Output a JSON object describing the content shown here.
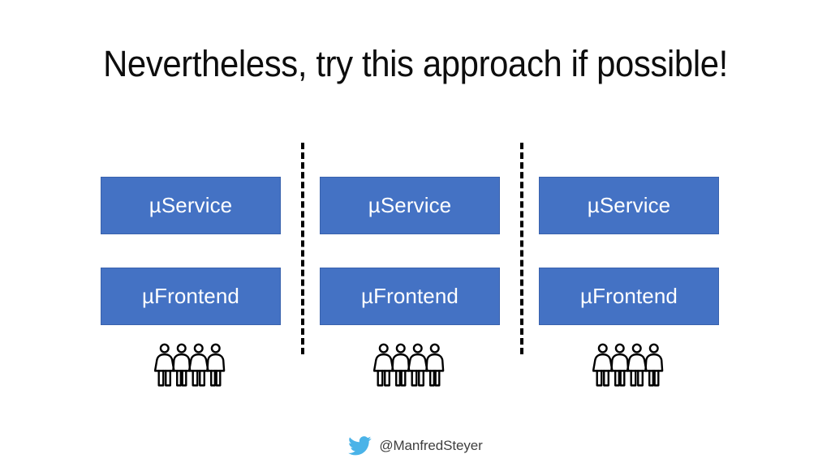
{
  "slide": {
    "title": "Nevertheless, try this approach if possible!",
    "background_color": "#FFFFFF",
    "title_color": "#0D0D0D"
  },
  "diagram": {
    "box_fill_color": "#4472C4",
    "box_border_color": "#3A62AD",
    "box_text_color": "#FFFFFF",
    "divider_color": "#000000",
    "divider_style": "dashed-vertical",
    "people_icon_color": "#000000",
    "people_per_team": 4,
    "columns": [
      {
        "service_label": "µService",
        "frontend_label": "µFrontend",
        "team_icon": "people-group-icon"
      },
      {
        "service_label": "µService",
        "frontend_label": "µFrontend",
        "team_icon": "people-group-icon"
      },
      {
        "service_label": "µService",
        "frontend_label": "µFrontend",
        "team_icon": "people-group-icon"
      }
    ]
  },
  "footer": {
    "icon": "twitter-bird-icon",
    "icon_color": "#4AB3E8",
    "handle": "@ManfredSteyer",
    "handle_color": "#3F3F3F"
  }
}
